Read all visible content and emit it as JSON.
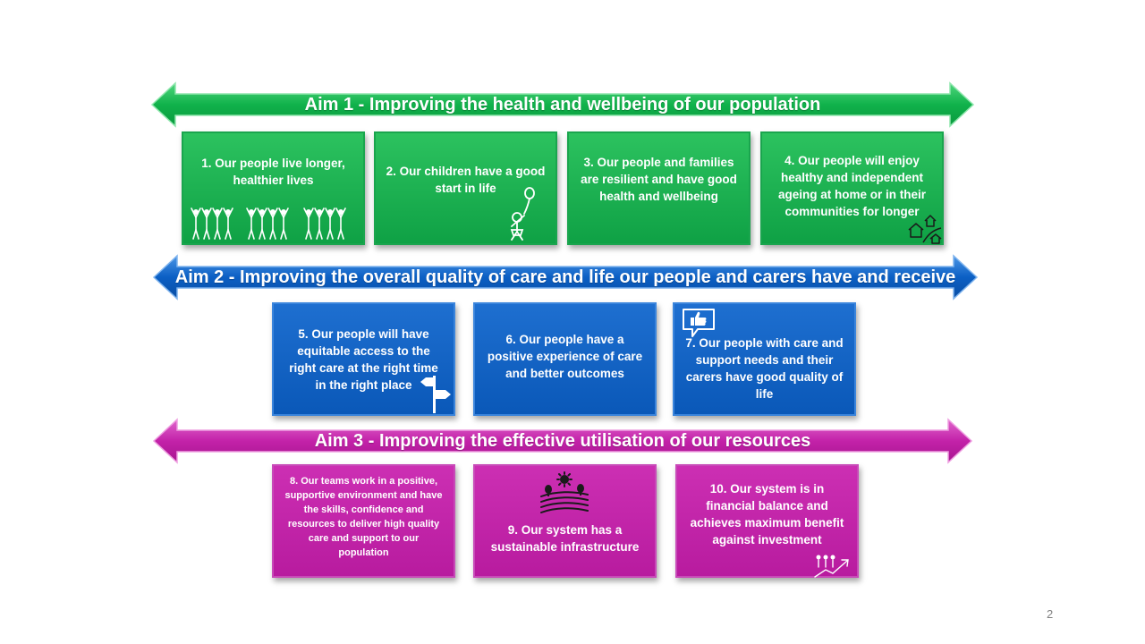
{
  "colors": {
    "aim1": "#10b24b",
    "aim2": "#0b5fc4",
    "aim3": "#c322a9",
    "text": "#ffffff",
    "page_number": "#808080"
  },
  "aims": [
    {
      "label": "Aim 1 - Improving the health and wellbeing of our population",
      "outcomes": [
        {
          "text": "1. Our people live longer, healthier lives",
          "icon": "people-group-icon"
        },
        {
          "text": "2.  Our children have a good start in life",
          "icon": "child-with-balloon-icon"
        },
        {
          "text": "3. Our people and families are resilient and have good health and wellbeing",
          "icon": ""
        },
        {
          "text": "4. Our people will enjoy healthy and independent ageing at home or in their communities for longer",
          "icon": "houses-road-icon"
        }
      ]
    },
    {
      "label": "Aim 2 - Improving the overall quality of care and life our people and carers have and receive",
      "outcomes": [
        {
          "text": "5. Our people will have equitable access to the right care at the right time in the right place",
          "icon": "signpost-icon"
        },
        {
          "text": "6. Our people have a positive experience of care and better outcomes",
          "icon": ""
        },
        {
          "text": "7. Our people with care and support needs and their carers have good quality of life",
          "icon": "thumbs-up-bubble-icon"
        }
      ]
    },
    {
      "label": "Aim 3 - Improving the effective utilisation of our resources",
      "outcomes": [
        {
          "text": "8. Our teams work in a positive, supportive environment and have the skills,  confidence and resources to deliver high quality care and support to our population",
          "icon": ""
        },
        {
          "text": "9. Our system has a sustainable infrastructure",
          "icon": "landscape-sun-icon"
        },
        {
          "text": "10. Our system is in financial balance and achieves maximum benefit against investment",
          "icon": "people-growth-icon"
        }
      ]
    }
  ],
  "page_number": "2"
}
